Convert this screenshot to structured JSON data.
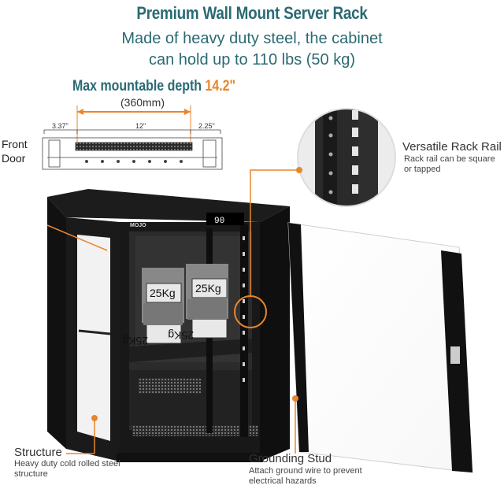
{
  "header": {
    "title": "Premium Wall Mount Server Rack",
    "subtitle_line1": "Made of heavy duty steel, the cabinet",
    "subtitle_line2": "can hold up to 110 lbs (50 kg)"
  },
  "depth_spec": {
    "label": "Max mountable depth",
    "value": "14.2\"",
    "metric": "(360mm)",
    "dim_left": "3.37\"",
    "dim_middle": "12\"",
    "dim_right": "2.25\""
  },
  "front_door": {
    "line1": "Front",
    "line2": "Door"
  },
  "callouts": {
    "rack_rail": {
      "title": "Versatile Rack Rail",
      "text": "Rack rail can be square or tapped"
    },
    "structure": {
      "title": "Structure",
      "text": "Heavy duty cold rolled steel structure"
    },
    "grounding": {
      "title": "Grounding Stud",
      "text": "Attach ground wire to prevent electrical hazards"
    }
  },
  "product": {
    "brand": "MOJO",
    "display": "90",
    "weights": [
      "25Kg",
      "25Kg",
      "25Kg",
      "25Kg"
    ]
  },
  "colors": {
    "heading": "#2a6a73",
    "accent": "#e8862c",
    "cabinet": "#161616"
  }
}
